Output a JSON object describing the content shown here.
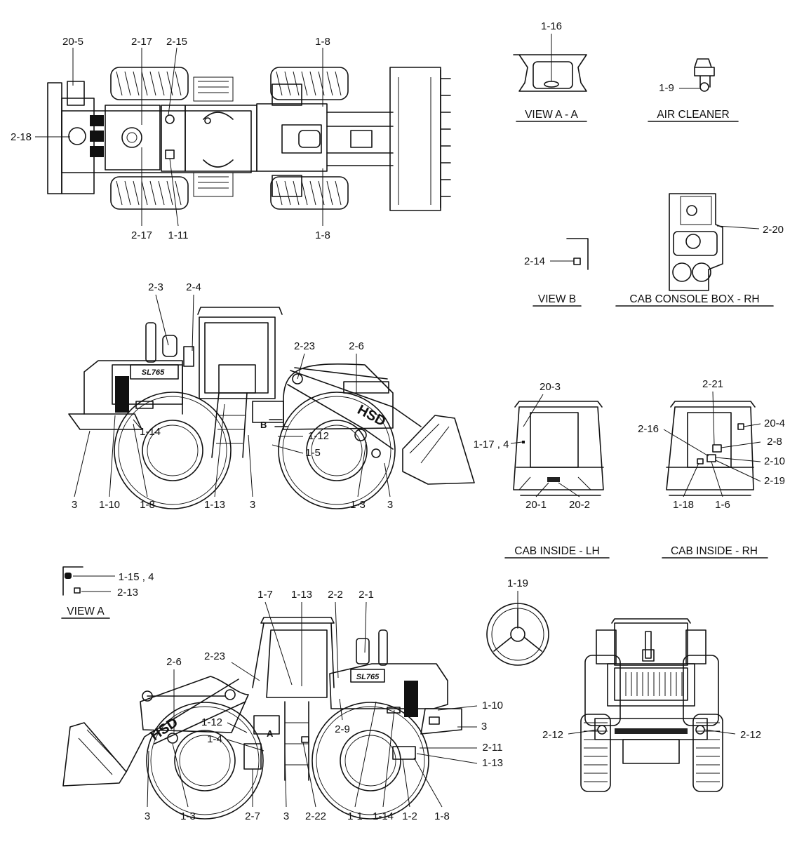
{
  "views": {
    "view_aa": "VIEW A - A",
    "air_cleaner": "AIR CLEANER",
    "view_b": "VIEW B",
    "cab_console_box_rh": "CAB CONSOLE BOX - RH",
    "cab_inside_lh": "CAB INSIDE - LH",
    "cab_inside_rh": "CAB INSIDE - RH",
    "view_a": "VIEW A"
  },
  "decals": {
    "model": "SL765",
    "brand": "HSD",
    "marker_a": "A",
    "marker_b": "B"
  },
  "callouts": {
    "top": [
      "20-5",
      "2-17",
      "2-15",
      "1-8",
      "2-18",
      "2-17",
      "1-11",
      "1-8"
    ],
    "vaa": [
      "1-16"
    ],
    "air": [
      "1-9"
    ],
    "vb": [
      "2-14"
    ],
    "console": [
      "2-20"
    ],
    "left": [
      "2-3",
      "2-4",
      "2-23",
      "2-6",
      "1-14",
      "1-12",
      "1-5",
      "3",
      "1-10",
      "1-8",
      "1-13",
      "3",
      "1-3",
      "3"
    ],
    "lh": [
      "20-3",
      "1-17 , 4",
      "20-1",
      "20-2"
    ],
    "rh": [
      "2-21",
      "2-16",
      "20-4",
      "2-8",
      "2-10",
      "2-19",
      "1-18",
      "1-6"
    ],
    "va": [
      "1-15 , 4",
      "2-13"
    ],
    "wheel": [
      "1-19"
    ],
    "right": [
      "1-7",
      "1-13",
      "2-2",
      "2-1",
      "2-6",
      "2-23",
      "1-10",
      "3",
      "1-12",
      "1-4",
      "2-9",
      "2-11",
      "1-13",
      "3",
      "1-3",
      "2-7",
      "3",
      "2-22",
      "1-1",
      "1-14",
      "1-2",
      "1-8"
    ],
    "front": [
      "2-12",
      "2-12"
    ]
  }
}
